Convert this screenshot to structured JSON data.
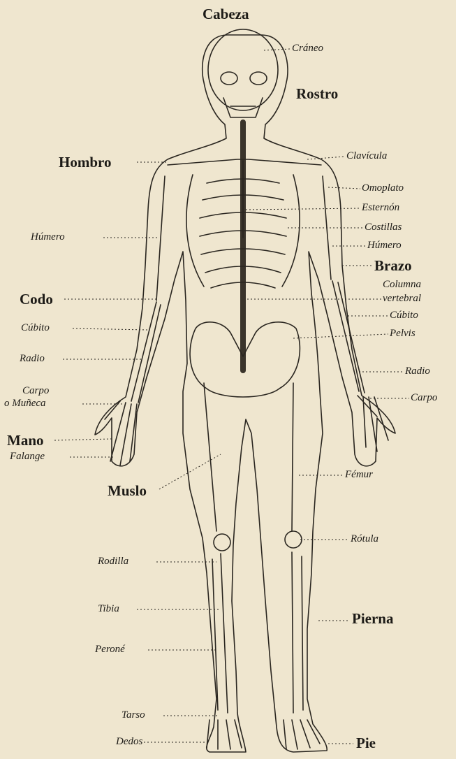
{
  "figure": {
    "region_labels": {
      "cabeza": "Cabeza",
      "rostro": "Rostro",
      "hombro": "Hombro",
      "brazo": "Brazo",
      "codo": "Codo",
      "mano": "Mano",
      "muslo": "Muslo",
      "pierna": "Pierna",
      "pie": "Pie"
    },
    "bone_labels": {
      "craneo": "Cráneo",
      "clavicula": "Clavícula",
      "omoplato": "Omoplato",
      "esternon": "Esternón",
      "costillas": "Costillas",
      "humero_right": "Húmero",
      "humero_left": "Húmero",
      "columna_1": "Columna",
      "columna_2": "vertebral",
      "cubito_right": "Cúbito",
      "cubito_left": "Cúbito",
      "pelvis": "Pelvis",
      "radio_right": "Radio",
      "radio_left": "Radio",
      "carpo_right": "Carpo",
      "carpo_left_1": "Carpo",
      "carpo_left_2": "o Muñeca",
      "falange": "Falange",
      "femur": "Fémur",
      "rotula": "Rótula",
      "rodilla": "Rodilla",
      "tibia": "Tibia",
      "perone": "Peroné",
      "tarso": "Tarso",
      "dedos": "Dedos"
    }
  }
}
